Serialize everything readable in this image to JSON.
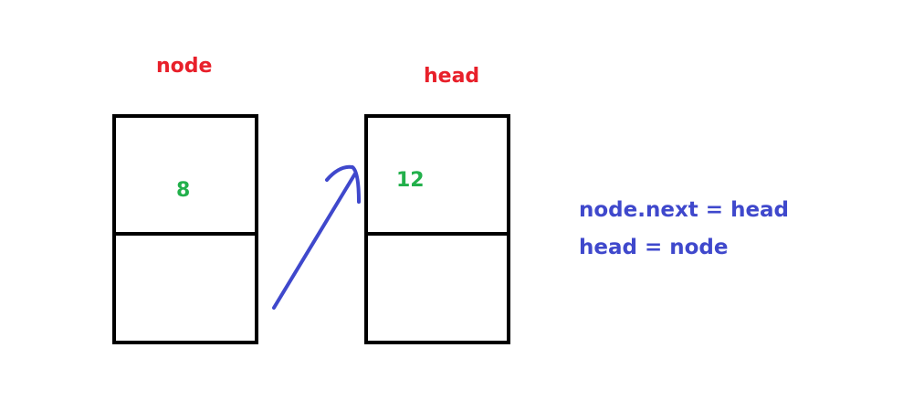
{
  "nodes": [
    {
      "label": "node",
      "value": "8"
    },
    {
      "label": "head",
      "value": "12"
    }
  ],
  "code": {
    "line1": "node.next = head",
    "line2": "head = node"
  },
  "colors": {
    "label": "#e8202a",
    "value": "#22b04b",
    "code": "#3f48cc",
    "arrow": "#3f48cc",
    "box": "#000000"
  }
}
